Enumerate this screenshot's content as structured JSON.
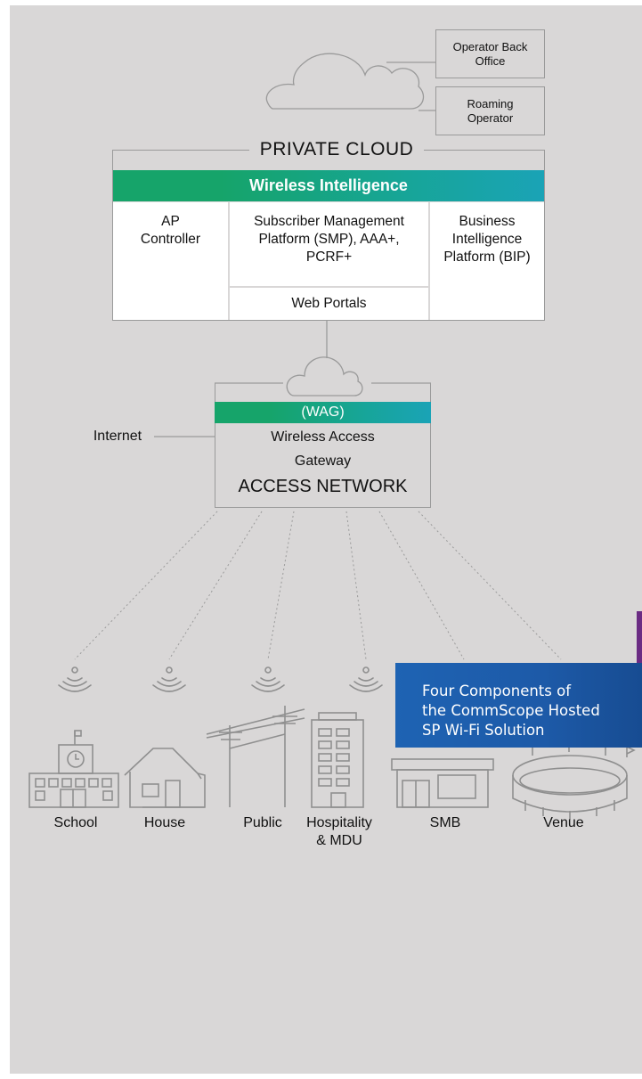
{
  "back_office": {
    "operator_back_office": "Operator Back Office",
    "roaming_operator": "Roaming Operator"
  },
  "private_cloud": {
    "title": "PRIVATE CLOUD",
    "bar": "Wireless Intelligence",
    "ap_controller": "AP Controller",
    "smp": "Subscriber Management Platform (SMP), AAA+, PCRF+",
    "web_portals": "Web Portals",
    "bip": "Business Intelligence Platform (BIP)"
  },
  "access_network": {
    "wag_bar": "(WAG)",
    "wag_line1": "Wireless Access",
    "wag_line2": "Gateway",
    "title": "ACCESS NETWORK",
    "internet": "Internet"
  },
  "sites": [
    "School",
    "House",
    "Public",
    "Hospitality & MDU",
    "SMB",
    "Venue"
  ],
  "caption": {
    "line1": "Four Components of",
    "line2": "the CommScope Hosted",
    "line3": "SP Wi-Fi Solution"
  },
  "colors": {
    "panel": "#d9d7d7",
    "green": "#16a46a",
    "teal": "#1aa3b6",
    "caption_blue": "#1e63b3",
    "accent_purple": "#6a2b83"
  }
}
